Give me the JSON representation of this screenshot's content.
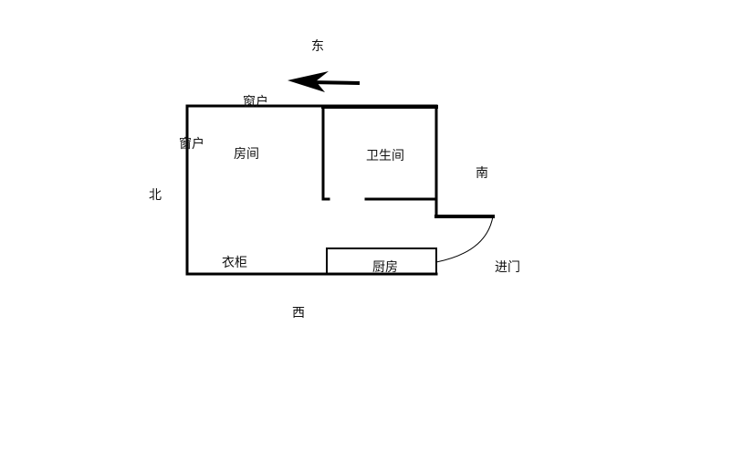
{
  "compass": {
    "east": "东",
    "west": "西",
    "south": "南",
    "north": "北"
  },
  "rooms": {
    "room": "房间",
    "bathroom": "卫生间",
    "kitchen": "厨房"
  },
  "features": {
    "window_top": "窗户",
    "window_left": "窗户",
    "wardrobe": "衣柜",
    "entrance": "进门"
  },
  "colors": {
    "line": "#000000",
    "background": "#ffffff"
  }
}
